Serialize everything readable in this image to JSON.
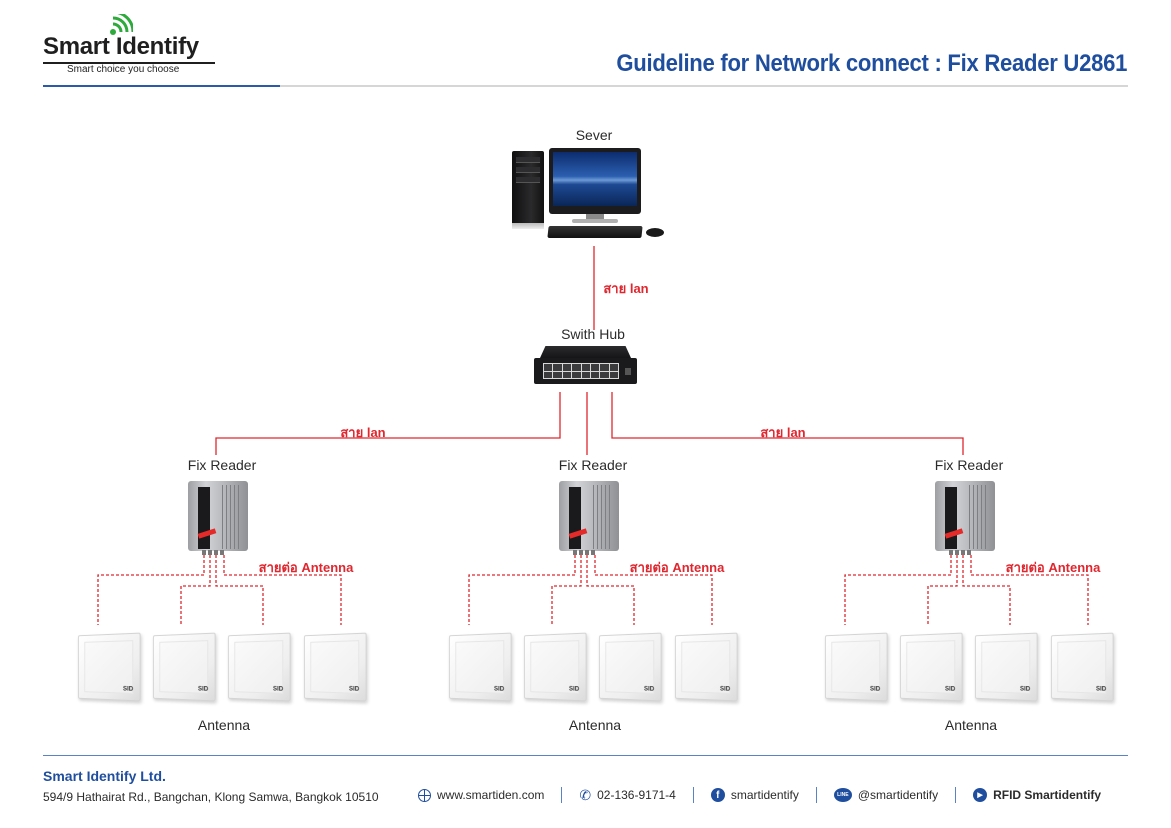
{
  "header": {
    "logo": {
      "name": "Smart Identify",
      "tagline": "Smart choice you choose",
      "icon": "wifi-signal-icon"
    },
    "title": "Guideline for Network connect : Fix Reader U2861"
  },
  "diagram": {
    "server": {
      "label": "Sever",
      "icon": "desktop-computer-icon"
    },
    "server_link_label": "สาย lan",
    "switch": {
      "label": "Swith Hub",
      "icon": "network-switch-icon"
    },
    "lan_label_left": "สาย lan",
    "lan_label_right": "สาย lan",
    "readers": [
      {
        "label": "Fix Reader",
        "cable_label": "สายต่อ Antenna",
        "antenna_group_label": "Antenna",
        "antenna_count": 4
      },
      {
        "label": "Fix Reader",
        "cable_label": "สายต่อ Antenna",
        "antenna_group_label": "Antenna",
        "antenna_count": 4
      },
      {
        "label": "Fix Reader",
        "cable_label": "สายต่อ Antenna",
        "antenna_group_label": "Antenna",
        "antenna_count": 4
      }
    ],
    "antenna_brand_mark": "SID",
    "colors": {
      "cable": "#e0262e",
      "accent": "#1f4e9e"
    }
  },
  "footer": {
    "company": "Smart Identify Ltd.",
    "address": "594/9 Hathairat Rd., Bangchan, Klong Samwa, Bangkok 10510",
    "contacts": [
      {
        "icon": "globe-icon",
        "text": "www.smartiden.com"
      },
      {
        "icon": "phone-icon",
        "text": "02-136-9171-4"
      },
      {
        "icon": "facebook-icon",
        "text": "smartidentify",
        "glyph": "f"
      },
      {
        "icon": "line-icon",
        "text": "@smartidentify",
        "glyph": "LINE"
      },
      {
        "icon": "youtube-icon",
        "text": "RFID Smartidentify",
        "glyph": "▶"
      }
    ]
  }
}
